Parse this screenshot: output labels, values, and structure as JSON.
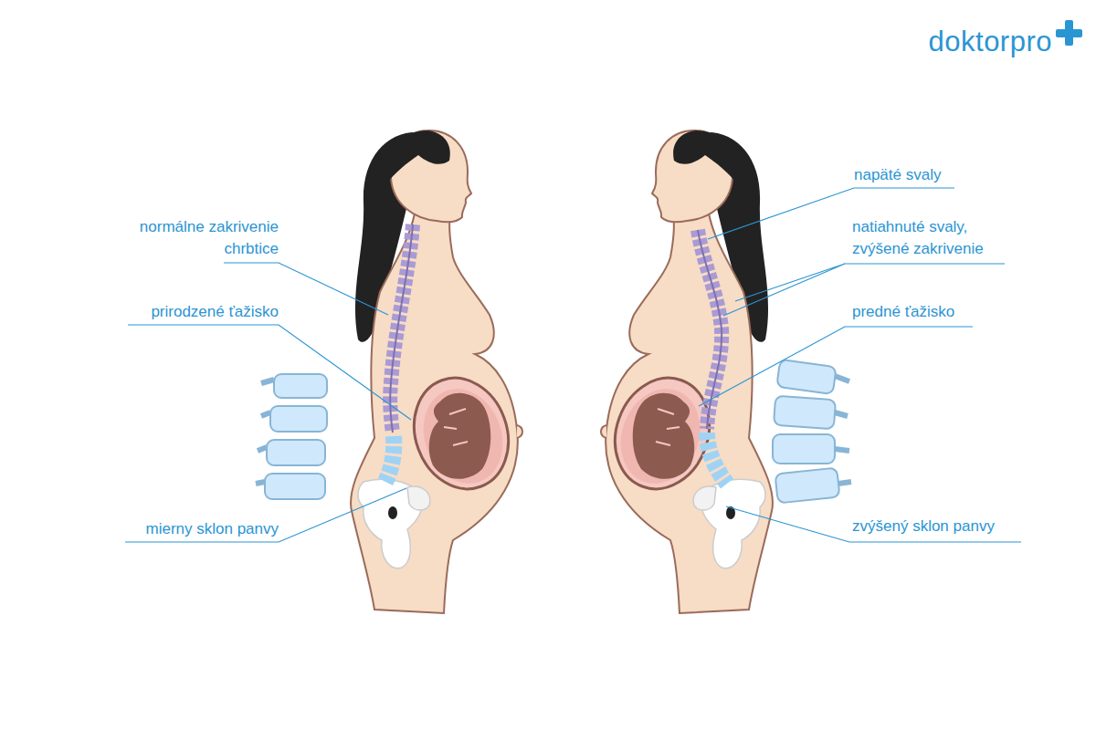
{
  "diagram": {
    "labels": [
      "normálne zakrivenie chrbtice",
      "prirodzené ťažisko",
      "mierny sklon panvy",
      "napäté svaly",
      "natiahnuté svaly, zvýšené zakrivenie",
      "predné ťažisko",
      "zvýšený sklon panvy",
      "doktorpro"
    ]
  }
}
